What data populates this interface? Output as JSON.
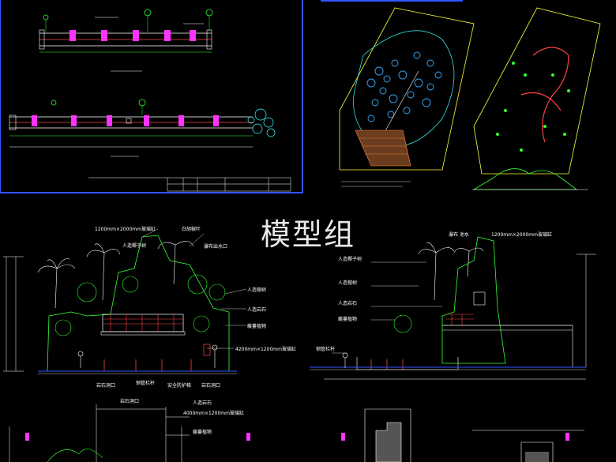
{
  "watermark": "模型组",
  "left_elevation": {
    "labels": {
      "glass_top": "1200mm×2000mm玻璃缸",
      "white_tree": "白胡椒叶",
      "palm": "人造椰子树",
      "waterfall_mouth": "瀑布出水口",
      "fake_tree": "人造榕树",
      "fake_rock": "人造岩石",
      "climbing": "藤蔓植物",
      "glass_bottom": "4200mm×1200mm玻璃缸",
      "cave_left": "岩石洞口",
      "steel_pipe": "钢管栏杆",
      "stair": "安全防护梯",
      "cave_right": "岩石洞口"
    }
  },
  "right_elevation": {
    "labels": {
      "waterfall": "瀑布 池水",
      "glass_top": "1200mm×2000mm玻璃缸",
      "palm": "人造椰子树",
      "fake_tree": "人造榕树",
      "fake_rock": "人造岩石",
      "climbing": "藤蔓植物",
      "rail": "钢管栏杆"
    }
  },
  "bottom_section": {
    "labels": {
      "cave": "岩石洞口",
      "fake_rock": "人造岩石",
      "glass": "4000mm×1200mm玻璃缸",
      "climbing": "藤蔓植物"
    }
  }
}
